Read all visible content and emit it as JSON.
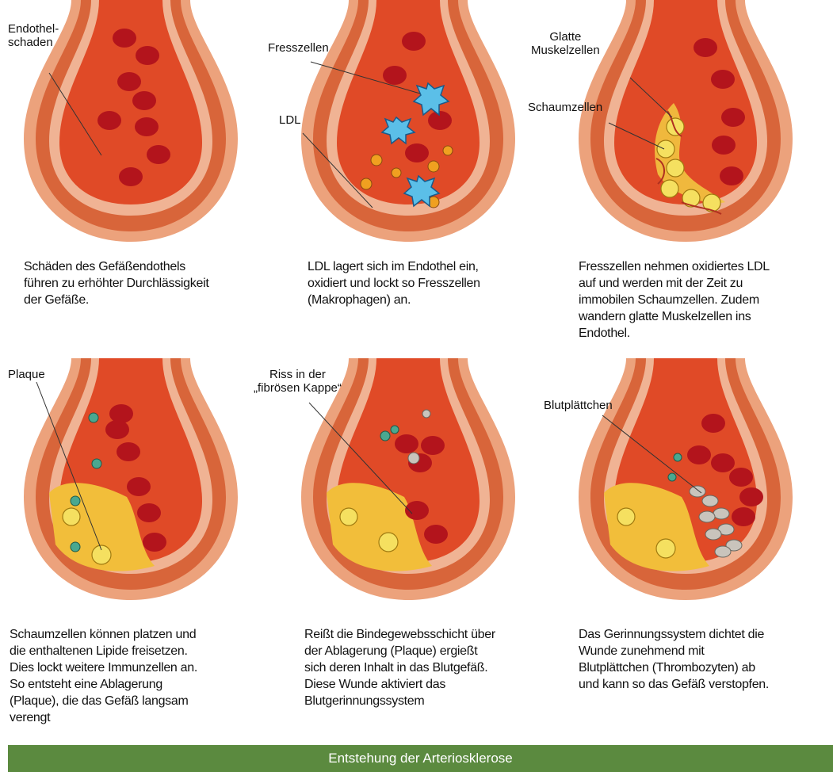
{
  "panels": [
    {
      "labels": [
        "Endothel-\nschaden"
      ],
      "caption": "Schäden des Gefäßendothels\nführen zu  erhöhter Durchlässigkeit\nder Gefäße."
    },
    {
      "labels": [
        "Fresszellen",
        "LDL"
      ],
      "caption": "LDL lagert sich im Endothel ein,\noxidiert und lockt so Fresszellen\n(Makrophagen) an."
    },
    {
      "labels": [
        "Glatte\nMuskelzellen",
        "Schaumzellen"
      ],
      "caption": "Fresszellen nehmen oxidiertes LDL\nauf und werden mit der Zeit zu\nimmobilen Schaumzellen. Zudem\nwandern glatte Muskelzellen ins\nEndothel."
    },
    {
      "labels": [
        "Plaque"
      ],
      "caption": "Schaumzellen können platzen und\ndie enthaltenen Lipide freisetzen.\nDies lockt weitere Immunzellen an.\nSo entsteht eine Ablagerung\n(Plaque), die das Gefäß langsam\nverengt"
    },
    {
      "labels": [
        "Riss in der\n„fibrösen Kappe“"
      ],
      "caption": "Reißt die Bindegewebsschicht über\nder Ablagerung (Plaque) ergießt\nsich  deren Inhalt in das Blutgefäß.\nDiese Wunde aktiviert das\nBlutgerinnungssystem"
    },
    {
      "labels": [
        "Blutplättchen"
      ],
      "caption": "Das Gerinnungssystem dichtet die\nWunde zunehmend mit\nBlutplättchen (Thrombozyten) ab\nund kann so das Gefäß verstopfen."
    }
  ],
  "footer": "Entstehung der Arteriosklerose",
  "colors": {
    "vessel_outer": "#e8a07a",
    "vessel_wall": "#d86a3a",
    "lumen": "#e24a26",
    "blood_cell": "#b3141c",
    "macrophage": "#5bbfe8",
    "ldl": "#f0a020",
    "foam_cell": "#f2d23a",
    "platelet": "#c9c4bc",
    "footer_bg": "#5b8a3f"
  }
}
